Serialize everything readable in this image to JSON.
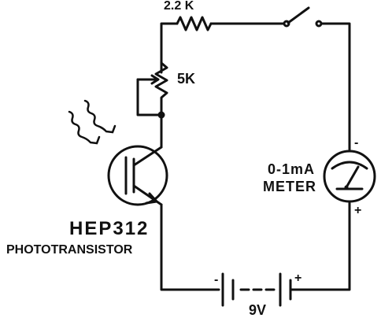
{
  "diagram": {
    "resistor_fixed_label": "2.2 K",
    "potentiometer_label": "5K",
    "transistor_model": "HEP312",
    "transistor_type": "PHOTOTRANSISTOR",
    "meter_range": "0-1mA",
    "meter_name": "METER",
    "meter_minus": "-",
    "meter_plus": "+",
    "battery_minus": "-",
    "battery_plus": "+",
    "battery_voltage": "9V",
    "ink_color": "#111111"
  }
}
